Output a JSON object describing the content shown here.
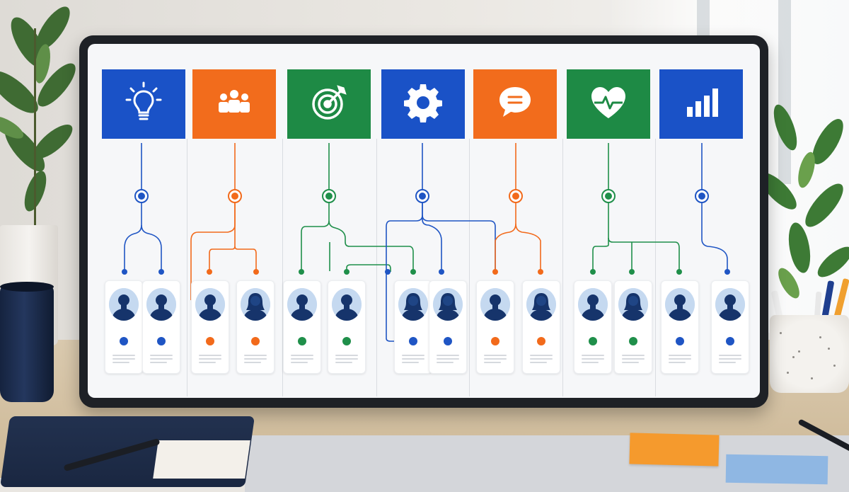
{
  "colors": {
    "blue": "#1f55c4",
    "orange": "#f26a1b",
    "green": "#1f8f4a",
    "tile_blue": "#1a52c7",
    "tile_orange": "#f26c1c",
    "tile_green": "#1e8a45"
  },
  "categories": [
    {
      "id": "ideas",
      "icon": "lightbulb-icon",
      "color": "blue"
    },
    {
      "id": "team",
      "icon": "team-icon",
      "color": "orange"
    },
    {
      "id": "goals",
      "icon": "target-icon",
      "color": "green"
    },
    {
      "id": "settings",
      "icon": "gear-icon",
      "color": "blue"
    },
    {
      "id": "messages",
      "icon": "chat-bubble-icon",
      "color": "orange"
    },
    {
      "id": "health",
      "icon": "heart-pulse-icon",
      "color": "green"
    },
    {
      "id": "analytics",
      "icon": "bar-chart-icon",
      "color": "blue"
    }
  ],
  "people_cards": [
    {
      "avatar": "person-male-icon",
      "status": "blue"
    },
    {
      "avatar": "person-male-icon",
      "status": "blue"
    },
    {
      "avatar": "person-male-icon",
      "status": "orange"
    },
    {
      "avatar": "person-female-icon",
      "status": "orange"
    },
    {
      "avatar": "person-male-icon",
      "status": "green"
    },
    {
      "avatar": "person-male-icon",
      "status": "green"
    },
    {
      "avatar": "person-female-icon",
      "status": "blue"
    },
    {
      "avatar": "person-female-icon",
      "status": "blue"
    },
    {
      "avatar": "person-male-icon",
      "status": "orange"
    },
    {
      "avatar": "person-female-icon",
      "status": "orange"
    },
    {
      "avatar": "person-male-icon",
      "status": "green"
    },
    {
      "avatar": "person-female-icon",
      "status": "green"
    },
    {
      "avatar": "person-male-icon",
      "status": "blue"
    },
    {
      "avatar": "person-male-icon",
      "status": "blue"
    }
  ]
}
